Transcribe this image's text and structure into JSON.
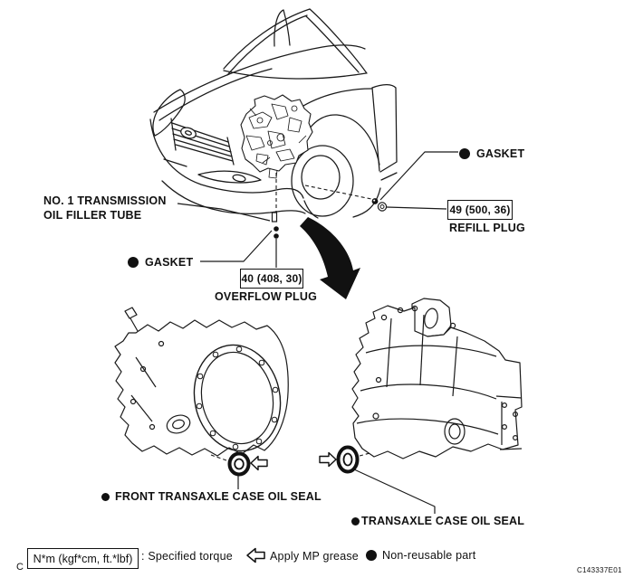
{
  "colors": {
    "ink": "#1a1a1a",
    "background": "#ffffff"
  },
  "labels": {
    "filler_tube": {
      "line1": "NO. 1 TRANSMISSION",
      "line2": "OIL FILLER TUBE"
    },
    "gasket_left": "GASKET",
    "gasket_right": "GASKET",
    "overflow": {
      "torque": "40 (408, 30)",
      "name": "OVERFLOW PLUG"
    },
    "refill": {
      "torque": "49 (500, 36)",
      "name": "REFILL PLUG"
    },
    "front_oil_seal": "FRONT TRANSAXLE CASE OIL SEAL",
    "transaxle_oil_seal": "TRANSAXLE CASE OIL SEAL"
  },
  "legend": {
    "torque_unit_box": "N*m (kgf*cm, ft.*lbf)",
    "torque_label": ": Specified torque",
    "grease_label": "Apply MP grease",
    "non_reusable_label": "Non-reusable part"
  },
  "footer": {
    "page_marker": "C",
    "figure_code": "C143337E01"
  }
}
